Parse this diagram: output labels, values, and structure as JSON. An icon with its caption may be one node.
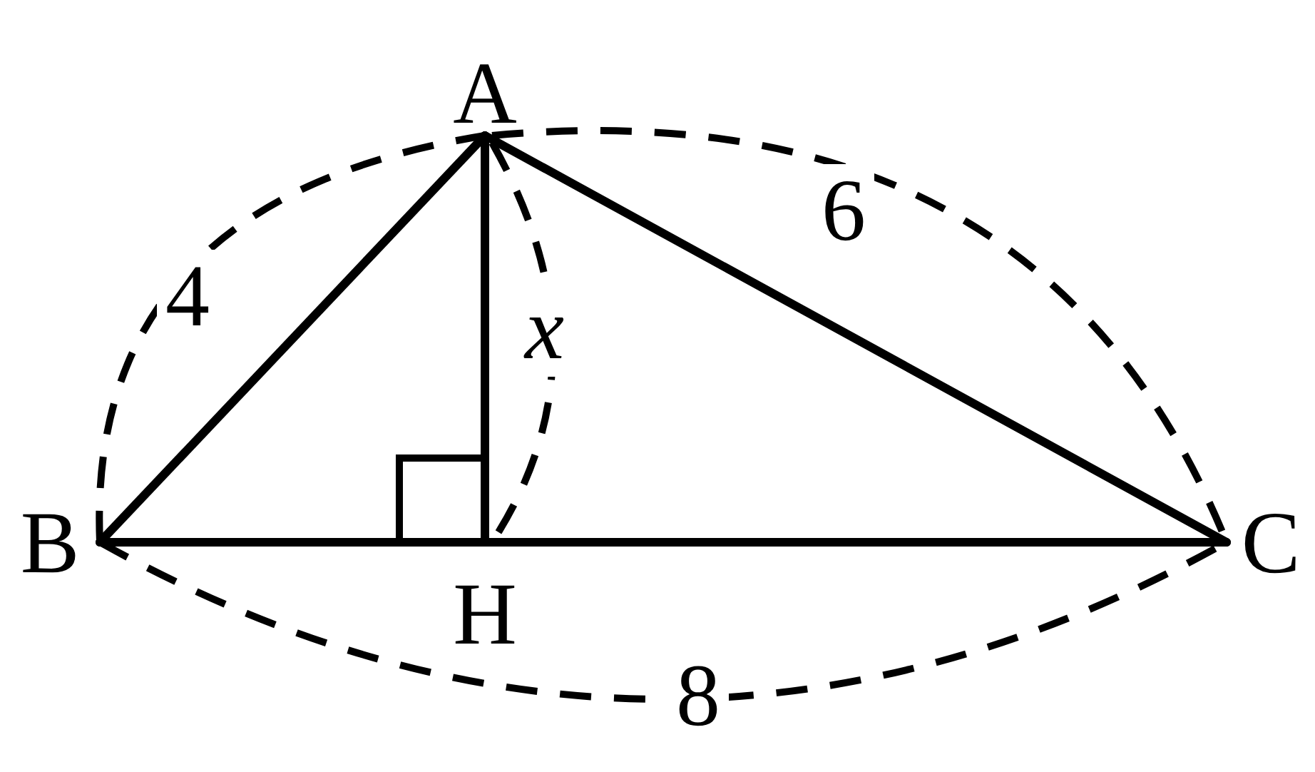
{
  "diagram": {
    "nodes": [
      {
        "text": [
          "A"
        ]
      },
      {
        "text": [
          "B"
        ]
      },
      {
        "text": [
          "H"
        ]
      },
      {
        "text": [
          "C"
        ]
      }
    ],
    "edges": [
      {
        "from": 0,
        "to": 1,
        "arrow": "none"
      },
      {
        "from": 0,
        "to": 3,
        "arrow": "none"
      },
      {
        "from": 1,
        "to": 2,
        "arrow": "none"
      },
      {
        "from": 2,
        "to": 3,
        "arrow": "none"
      },
      {
        "from": 0,
        "to": 2,
        "arrow": "none"
      }
    ],
    "labels": [
      "4",
      "6",
      "x",
      "8"
    ]
  }
}
